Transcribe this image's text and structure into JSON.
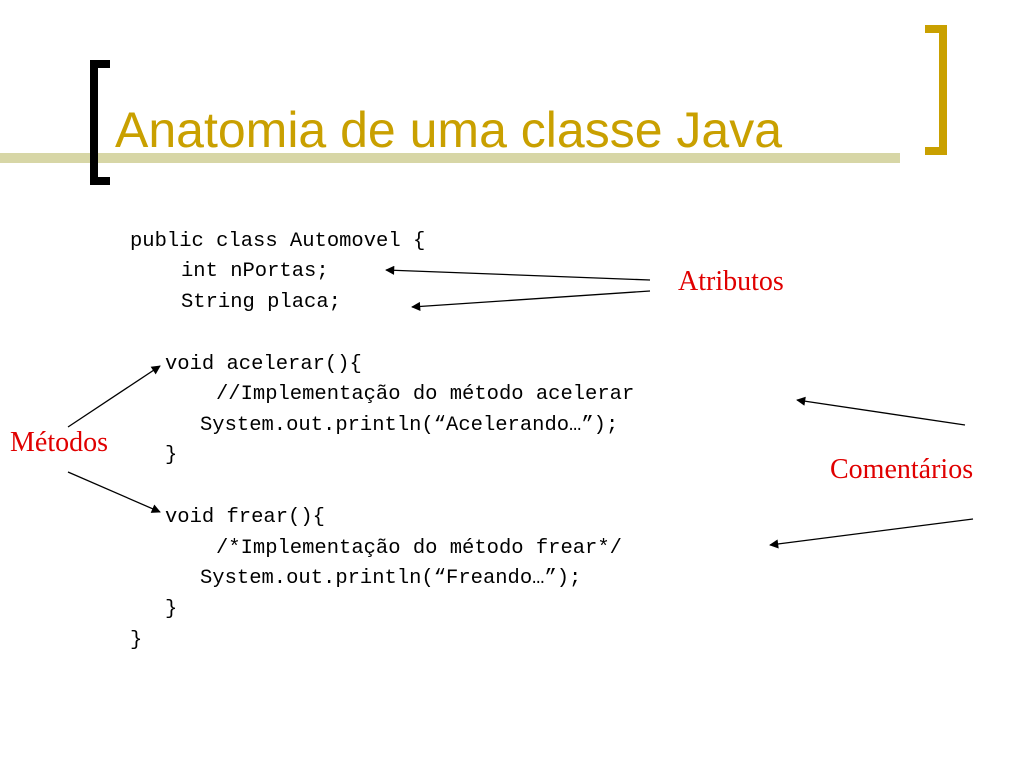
{
  "slide": {
    "title": "Anatomia de uma classe Java",
    "code_lines": [
      "public class Automovel {",
      "int nPortas;",
      "String placa;",
      "void acelerar(){",
      "//Implementação do método acelerar",
      "System.out.println(“Acelerando…”);",
      "}",
      "void frear(){",
      "/*Implementação do método frear*/",
      "System.out.println(“Freando…”);",
      "}",
      "}"
    ],
    "labels": {
      "atributos": "Atributos",
      "metodos": "Métodos",
      "comentarios": "Comentários"
    }
  },
  "colors": {
    "title": "#c9a000",
    "label": "#e00000",
    "band": "#d7d6a6"
  }
}
